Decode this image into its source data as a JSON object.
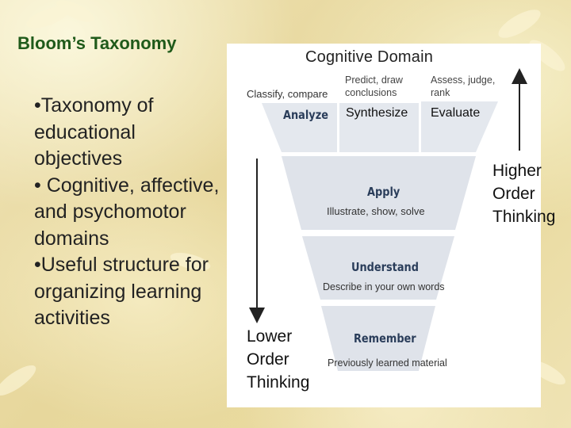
{
  "slide": {
    "title": "Bloom’s Taxonomy",
    "bullets": [
      "•Taxonomy of educational objectives",
      "• Cognitive, affective, and psychomotor domains",
      "•Useful structure for organizing learning activities"
    ]
  },
  "diagram": {
    "title": "Cognitive Domain",
    "levels": {
      "analyze": {
        "label": "Analyze",
        "description": "Classify, compare"
      },
      "synthesize": {
        "label": "Synthesize",
        "description": "Predict, draw conclusions"
      },
      "evaluate": {
        "label": "Evaluate",
        "description": "Assess, judge, rank"
      },
      "apply": {
        "label": "Apply",
        "description": "Illustrate, show, solve"
      },
      "understand": {
        "label": "Understand",
        "description": "Describe in your own words"
      },
      "remember": {
        "label": "Remember",
        "description": "Previously learned material"
      }
    },
    "higher": [
      "Higher",
      "Order",
      "Thinking"
    ],
    "lower": [
      "Lower",
      "Order",
      "Thinking"
    ]
  },
  "colors": {
    "title_green": "#1f5a1a",
    "wedge_fill": "#e4e8ee",
    "band_fill": "#dfe3ea",
    "label_navy": "#2a3d5a",
    "arrow": "#222222"
  }
}
